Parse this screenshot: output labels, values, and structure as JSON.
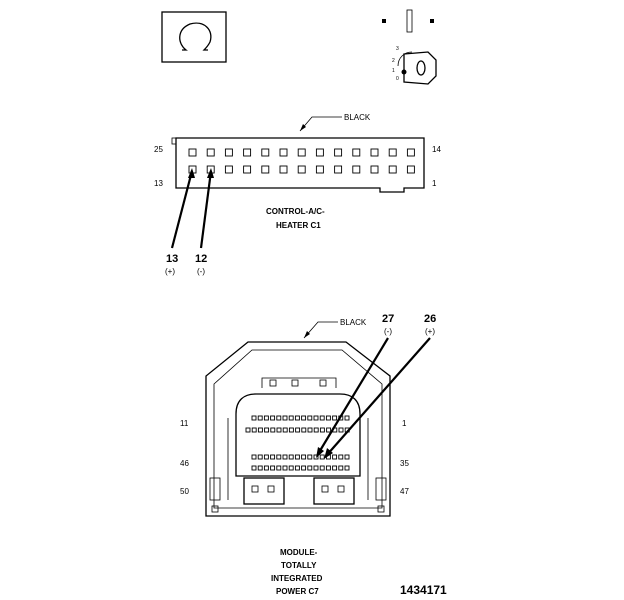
{
  "top_icons": {
    "omega_icon": "omega-clip-icon",
    "terminal_icon": "terminal-pin-icon",
    "lock_icon": "connector-lock-icon"
  },
  "connector_c1": {
    "color_label": "BLACK",
    "cavity_top_left": "25",
    "cavity_top_right": "14",
    "cavity_bottom_left": "13",
    "cavity_bottom_right": "1",
    "name_line1": "CONTROL-A/C-",
    "name_line2": "HEATER C1",
    "callouts": [
      {
        "pin": "13",
        "polarity": "(+)"
      },
      {
        "pin": "12",
        "polarity": "(-)"
      }
    ]
  },
  "connector_c7": {
    "color_label": "BLACK",
    "callouts": [
      {
        "pin": "27",
        "polarity": "(-)"
      },
      {
        "pin": "26",
        "polarity": "(+)"
      }
    ],
    "cavity_labels": {
      "left_row1": "11",
      "right_row1": "1",
      "left_row2": "46",
      "right_row2": "35",
      "left_row3": "50",
      "right_row3": "47"
    },
    "name_lines": [
      "MODULE-",
      "TOTALLY",
      "INTEGRATED",
      "POWER C7"
    ]
  },
  "figure_id": "1434171"
}
